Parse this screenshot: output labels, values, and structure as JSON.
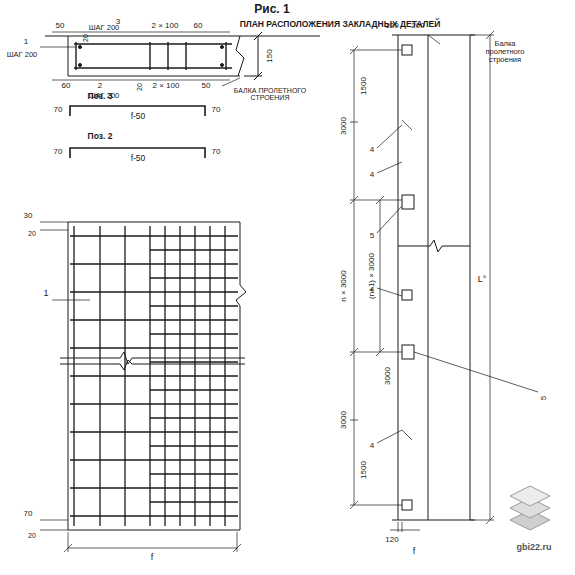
{
  "diagram": {
    "labels": [
      "Рис. 1",
      "ПЛАН РАСПОЛОЖЕНИЯ ЗАКЛАДНЫХ ДЕТАЛЕЙ",
      "50",
      "20",
      "3",
      "ШАГ 200",
      "2 × 100",
      "60",
      "1",
      "ШАГ 200",
      "150",
      "60",
      "2",
      "ШАГ 200",
      "20",
      "2 × 100",
      "50",
      "БАЛКА ПРОЛЕТНОГО СТРОЕНИЯ",
      "Поз. 3",
      "70",
      "f-50",
      "70",
      "Поз. 2",
      "70",
      "f-50",
      "70",
      "30",
      "20",
      "1",
      "70",
      "20",
      "f",
      "120",
      "200",
      "Балка пролетного строения",
      "1500",
      "3000",
      "4",
      "4",
      "5",
      "n × 3000",
      "(n+1) × 3000",
      "4",
      "3000",
      "5",
      "3000",
      "4",
      "1500",
      "L°",
      "120",
      "f",
      "gbi22.ru"
    ]
  }
}
